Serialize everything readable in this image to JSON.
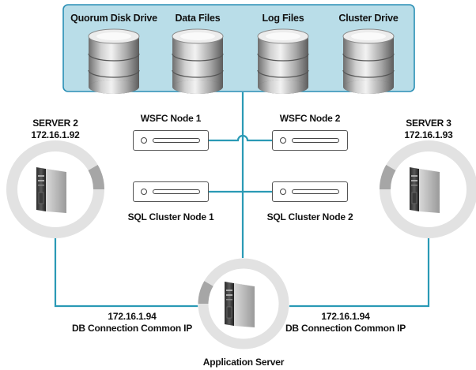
{
  "storage": {
    "drives": [
      {
        "label": "Quorum Disk Drive",
        "icon": "database-icon"
      },
      {
        "label": "Data Files",
        "icon": "database-icon"
      },
      {
        "label": "Log Files",
        "icon": "database-icon"
      },
      {
        "label": "Cluster Drive",
        "icon": "database-icon"
      }
    ]
  },
  "cluster_nodes": {
    "wsfc_node_1": "WSFC Node 1",
    "wsfc_node_2": "WSFC Node 2",
    "sql_node_1": "SQL Cluster Node 1",
    "sql_node_2": "SQL Cluster Node 2"
  },
  "servers": {
    "server2": {
      "name": "SERVER 2",
      "ip": "172.16.1.92"
    },
    "server3": {
      "name": "SERVER 3",
      "ip": "172.16.1.93"
    },
    "app": {
      "name": "Application Server"
    }
  },
  "connections": {
    "left": {
      "ip": "172.16.1.94",
      "label": "DB Connection Common IP"
    },
    "right": {
      "ip": "172.16.1.94",
      "label": "DB Connection Common IP"
    }
  },
  "colors": {
    "storage_bg": "#b9dde8",
    "storage_border": "#2a8fb5",
    "link": "#2a9ab5",
    "ring": "#e0e0e0",
    "ring_accent": "#a6a6a6"
  }
}
